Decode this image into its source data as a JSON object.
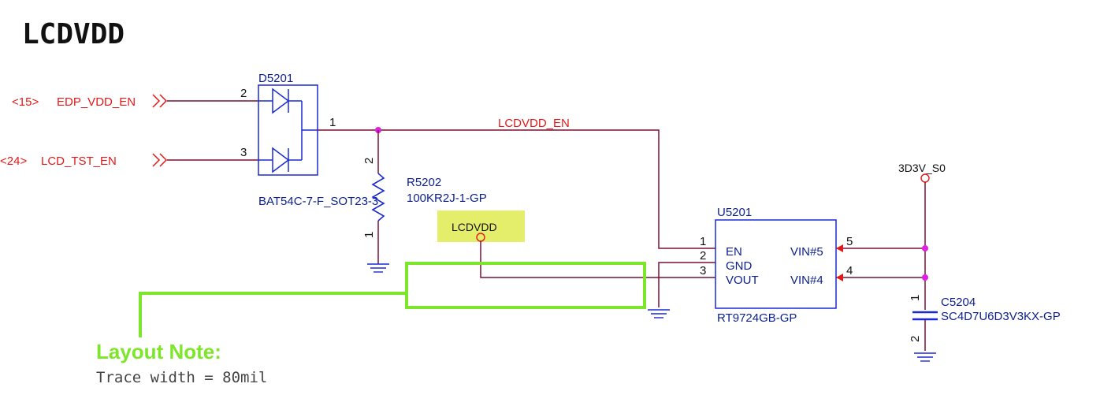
{
  "title": "LCDVDD",
  "ports": [
    {
      "ref": "<15>",
      "net": "EDP_VDD_EN"
    },
    {
      "ref": "<24>",
      "net": "LCD_TST_EN"
    }
  ],
  "diode": {
    "refdes": "D5201",
    "part": "BAT54C-7-F_SOT23-3",
    "pins": [
      "2",
      "3",
      "1"
    ]
  },
  "net_lcdvdd_en": "LCDVDD_EN",
  "resistor": {
    "refdes": "R5202",
    "part": "100KR2J-1-GP",
    "pins": [
      "2",
      "1"
    ]
  },
  "lcdvdd_label": "LCDVDD",
  "regulator": {
    "refdes": "U5201",
    "part": "RT9724GB-GP",
    "left_pins": [
      {
        "num": "1",
        "name": "EN"
      },
      {
        "num": "2",
        "name": "GND"
      },
      {
        "num": "3",
        "name": "VOUT"
      }
    ],
    "right_pins": [
      {
        "num": "5",
        "name": "VIN#5"
      },
      {
        "num": "4",
        "name": "VIN#4"
      }
    ]
  },
  "power_rail": "3D3V_S0",
  "capacitor": {
    "refdes": "C5204",
    "part": "SC4D7U6D3V3KX-GP",
    "pins": [
      "1",
      "2"
    ]
  },
  "layout_note": {
    "title": "Layout Note:",
    "body": "Trace width = 80mil"
  },
  "colors": {
    "net_label": "#e31919",
    "component": "#1a2ad6",
    "wire": "#7a1030",
    "junction": "#e020e0",
    "highlight": "#7ee62a",
    "net_flag": "#e5ee6a"
  }
}
